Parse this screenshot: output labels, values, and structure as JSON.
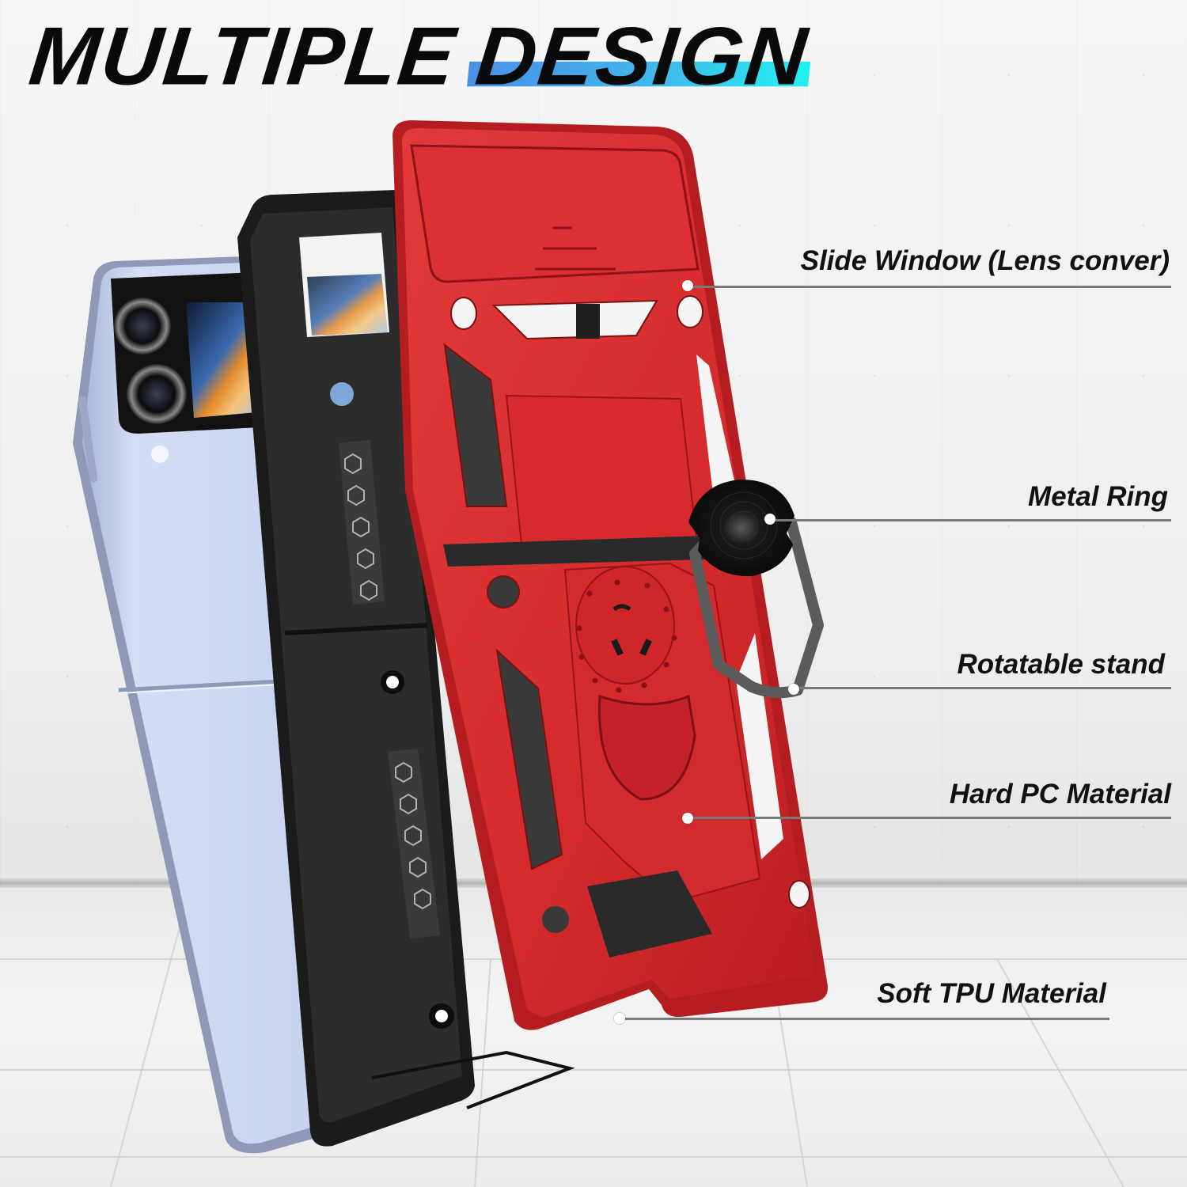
{
  "title": {
    "part1": "MULTIPLE",
    "part2": "DESIGN",
    "highlight_gradient": [
      "#4a8fe8",
      "#22f0f0"
    ]
  },
  "callouts": [
    {
      "id": "slide-window",
      "label": "Slide Window (Lens conver)"
    },
    {
      "id": "metal-ring",
      "label": "Metal Ring"
    },
    {
      "id": "rotatable-stand",
      "label": "Rotatable stand"
    },
    {
      "id": "hard-pc",
      "label": "Hard PC Material"
    },
    {
      "id": "soft-tpu",
      "label": "Soft TPU Material"
    }
  ],
  "colors": {
    "case_red": "#d8282c",
    "case_black": "#2a2a2a",
    "phone_lavender": "#c7d3ef",
    "ring_black": "#151515",
    "callout_line": "#7a7a7a"
  }
}
